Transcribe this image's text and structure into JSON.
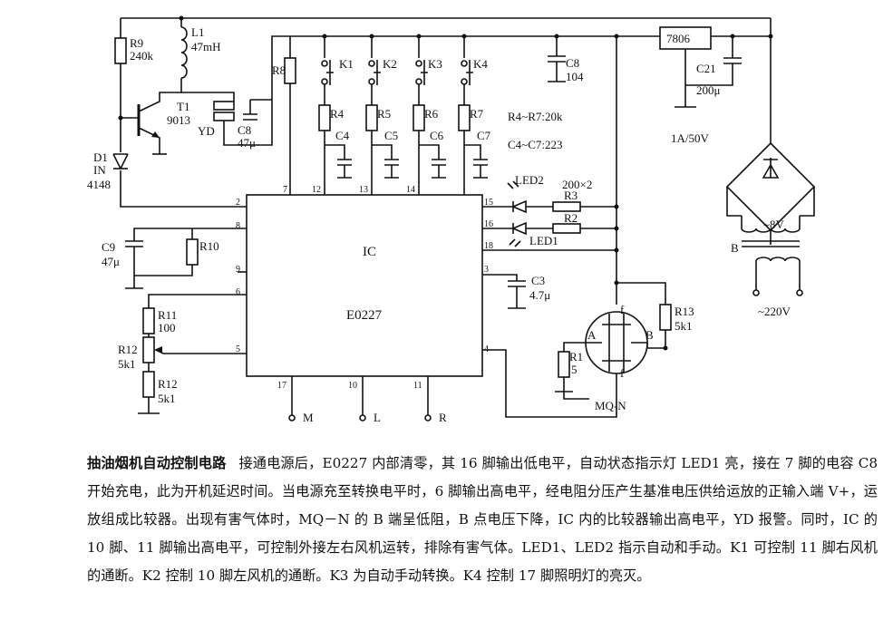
{
  "labels": {
    "r9": "R9",
    "r9_val": "240k",
    "l1": "L1",
    "l1_val": "47mH",
    "t1": "T1",
    "t1_val": "9013",
    "yd": "YD",
    "c8a": "C8",
    "c8a_val": "47μ",
    "d1": "D1",
    "d1_val1": "IN",
    "d1_val2": "4148",
    "r8": "R8",
    "k1": "K1",
    "k2": "K2",
    "k3": "K3",
    "k4": "K4",
    "r4": "R4",
    "r5": "R5",
    "r6": "R6",
    "r7": "R7",
    "c4": "C4",
    "c5": "C5",
    "c6": "C6",
    "c7": "C7",
    "c8b": "C8",
    "c8b_val": "104",
    "r_note": "R4~R7:20k",
    "c_note": "C4~C7:223",
    "reg": "7806",
    "c21": "C21",
    "c21_val": "200μ",
    "fuse": "1A/50V",
    "led2": "LED2",
    "led1": "LED1",
    "r23_val": "200×2",
    "r3": "R3",
    "r2": "R2",
    "ic": "IC",
    "ic_part": "E0227",
    "c9": "C9",
    "c9_val": "47μ",
    "r10": "R10",
    "r11": "R11",
    "r11_val": "100",
    "r12a": "R12",
    "r12a_val": "5k1",
    "r12b": "R12",
    "r12b_val": "5k1",
    "c3": "C3",
    "c3_val": "4.7μ",
    "r13": "R13",
    "r13_val": "5k1",
    "r1": "R1",
    "r1_val": "5",
    "sensor": "MQ-N",
    "node_a": "A",
    "node_b": "B",
    "node_f1": "f",
    "node_f2": "f",
    "trans": "B",
    "trans_sec": "~8V",
    "mains": "~220V",
    "out_m": "M",
    "out_l": "L",
    "out_r": "R",
    "pins": {
      "p2": "2",
      "p8": "8",
      "p9": "9",
      "p6": "6",
      "p5": "5",
      "p7": "7",
      "p12": "12",
      "p13": "13",
      "p14": "14",
      "p15": "15",
      "p16": "16",
      "p18": "18",
      "p3": "3",
      "p4": "4",
      "p17": "17",
      "p10": "10",
      "p11": "11"
    }
  },
  "caption": {
    "title": "抽油烟机自动控制电路",
    "body": "接通电源后，E0227 内部清零，其 16 脚输出低电平，自动状态指示灯 LED1 亮，接在 7 脚的电容 C8 开始充电，此为开机延迟时间。当电源充至转换电平时，6 脚输出高电平，经电阻分压产生基准电压供给运放的正输入端 V+，运放组成比较器。出现有害气体时，MQ－N 的 B 端呈低阻，B 点电压下降，IC 内的比较器输出高电平，YD 报警。同时，IC 的 10 脚、11 脚输出高电平，可控制外接左右风机运转，排除有害气体。LED1、LED2 指示自动和手动。K1 可控制 11 脚右风机的通断。K2 控制 10 脚左风机的通断。K3 为自动手动转换。K4 控制 17 脚照明灯的亮灭。"
  }
}
